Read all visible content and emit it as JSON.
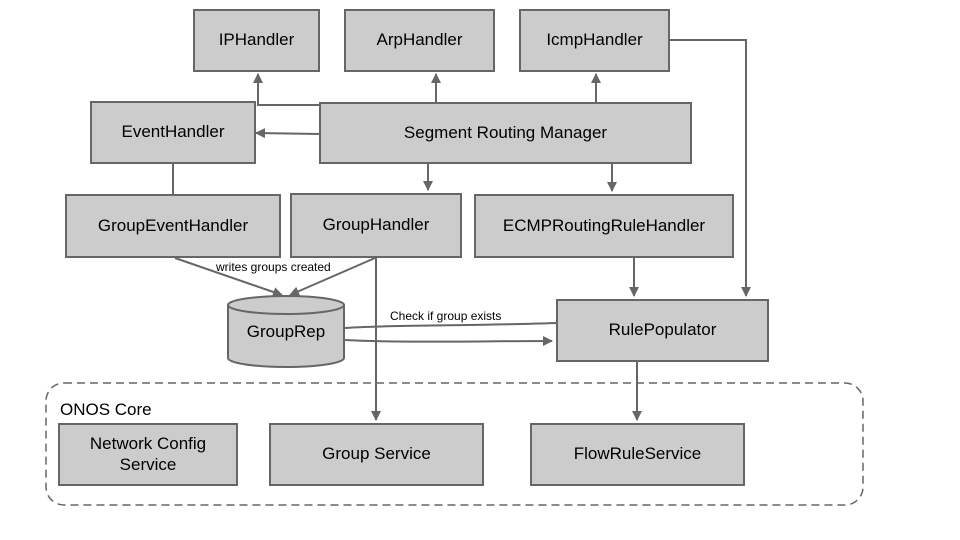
{
  "nodes": {
    "ip_handler": "IPHandler",
    "arp_handler": "ArpHandler",
    "icmp_handler": "IcmpHandler",
    "event_handler": "EventHandler",
    "segment_routing_manager": "Segment Routing Manager",
    "group_event_handler": "GroupEventHandler",
    "group_handler": "GroupHandler",
    "ecmp_routing_rule_handler": "ECMPRoutingRuleHandler",
    "group_rep": "GroupRep",
    "rule_populator": "RulePopulator",
    "network_config_service": "Network Config\nService",
    "group_service": "Group Service",
    "flow_rule_service": "FlowRuleService"
  },
  "edge_labels": {
    "writes_groups_created": "writes groups created",
    "check_if_group_exists": "Check if group exists"
  },
  "regions": {
    "onos_core": "ONOS Core"
  },
  "colors": {
    "box_fill": "#cccccc",
    "box_border": "#666666",
    "line": "#666666"
  }
}
